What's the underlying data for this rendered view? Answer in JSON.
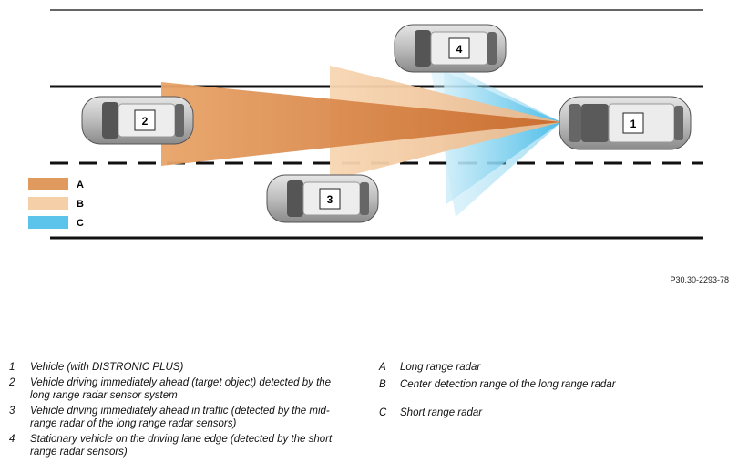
{
  "diagram": {
    "vehicle_numbers": [
      "1",
      "2",
      "3",
      "4"
    ],
    "key": [
      {
        "letter": "A",
        "color": "#e09a5e"
      },
      {
        "letter": "B",
        "color": "#f5cfa8"
      },
      {
        "letter": "C",
        "color": "#5cc4ea"
      }
    ],
    "colors": {
      "long_range": "#d9874a",
      "center_range": "#f2c797",
      "short_range": "#5cc4ea",
      "road_lines": "#111111"
    }
  },
  "reference": "P30.30-2293-78",
  "legend_vehicles": [
    {
      "key": "1",
      "text": "Vehicle (with DISTRONIC PLUS)"
    },
    {
      "key": "2",
      "text": "Vehicle driving immediately ahead (target object) detected by the long range radar sensor system"
    },
    {
      "key": "3",
      "text": "Vehicle driving immediately ahead in traffic (detected by the mid-range radar of the long range radar sensors)"
    },
    {
      "key": "4",
      "text": "Stationary vehicle on the driving lane edge (detected by the short range radar sensors)"
    }
  ],
  "legend_ranges": [
    {
      "key": "A",
      "text": "Long range radar"
    },
    {
      "key": "B",
      "text": "Center detection range of the long range radar"
    },
    {
      "key": "C",
      "text": "Short range radar"
    }
  ]
}
